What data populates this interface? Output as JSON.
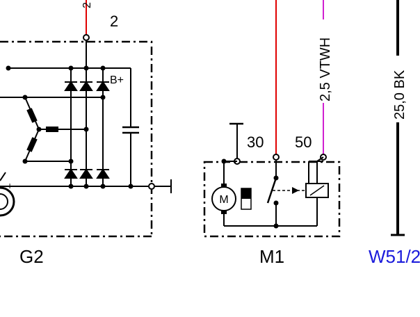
{
  "colors": {
    "wire": "#000000",
    "red_wire": "#e00000",
    "violet_wire": "#d020d0",
    "link_text": "#1a1adb",
    "background": "#ffffff"
  },
  "labels": {
    "top_wire_number": "2",
    "terminal_2": "2",
    "b_plus": "B+",
    "plus_sign": "+",
    "alternator_id": "G2",
    "terminal_30": "30",
    "terminal_50": "50",
    "motor_symbol": "M",
    "starter_id": "M1",
    "vtwh_wire": "2,5 VTWH",
    "bk_wire": "25,0 BK",
    "cross_ref": "W51/2"
  }
}
